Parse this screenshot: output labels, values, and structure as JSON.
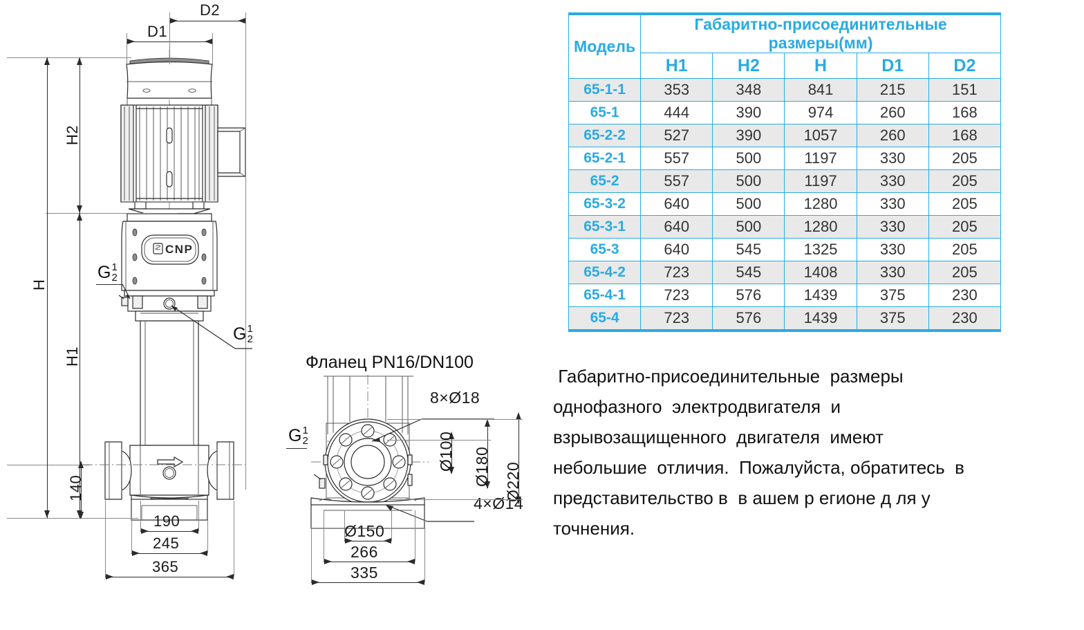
{
  "table": {
    "model_header": "Модель",
    "span_header": "Габаритно-присоединительные размеры(мм)",
    "columns": [
      "H1",
      "H2",
      "H",
      "D1",
      "D2"
    ],
    "rows": [
      {
        "model": "65-1-1",
        "H1": "353",
        "H2": "348",
        "H": "841",
        "D1": "215",
        "D2": "151"
      },
      {
        "model": "65-1",
        "H1": "444",
        "H2": "390",
        "H": "974",
        "D1": "260",
        "D2": "168"
      },
      {
        "model": "65-2-2",
        "H1": "527",
        "H2": "390",
        "H": "1057",
        "D1": "260",
        "D2": "168"
      },
      {
        "model": "65-2-1",
        "H1": "557",
        "H2": "500",
        "H": "1197",
        "D1": "330",
        "D2": "205"
      },
      {
        "model": "65-2",
        "H1": "557",
        "H2": "500",
        "H": "1197",
        "D1": "330",
        "D2": "205"
      },
      {
        "model": "65-3-2",
        "H1": "640",
        "H2": "500",
        "H": "1280",
        "D1": "330",
        "D2": "205"
      },
      {
        "model": "65-3-1",
        "H1": "640",
        "H2": "500",
        "H": "1280",
        "D1": "330",
        "D2": "205"
      },
      {
        "model": "65-3",
        "H1": "640",
        "H2": "545",
        "H": "1325",
        "D1": "330",
        "D2": "205"
      },
      {
        "model": "65-4-2",
        "H1": "723",
        "H2": "545",
        "H": "1408",
        "D1": "330",
        "D2": "205"
      },
      {
        "model": "65-4-1",
        "H1": "723",
        "H2": "576",
        "H": "1439",
        "D1": "375",
        "D2": "230"
      },
      {
        "model": "65-4",
        "H1": "723",
        "H2": "576",
        "H": "1439",
        "D1": "375",
        "D2": "230"
      }
    ],
    "accent_color": "#29abe2",
    "stripe_color": "#e9e9e9",
    "value_color": "#333333"
  },
  "note": {
    "lines": [
      " Габаритно-присоединительные  размеры",
      "однофазного  электродвигателя  и",
      "взрывозащищенного  двигателя  имеют",
      "небольшие  отличия.  Пожалуйста, обратитесь  в",
      "представительство в  в ашем р егионе д ля у",
      "точнения."
    ]
  },
  "pump_drawing": {
    "logo_text": "CNP",
    "dimensions": {
      "d1": "D1",
      "d2": "D2",
      "h": "H",
      "h1": "H1",
      "h2": "H2",
      "base_height": "140",
      "width_190": "190",
      "width_245": "245",
      "width_365": "365"
    },
    "port_label_top": "G½",
    "port_label_bottom": "G½"
  },
  "flange_drawing": {
    "title": "Фланец PN16/DN100",
    "bolt_holes": "8×Ø18",
    "base_holes": "4×Ø14",
    "bore": "Ø100",
    "bolt_circle": "Ø180",
    "outer": "Ø220",
    "base_150": "Ø150",
    "base_266": "266",
    "base_335": "335",
    "port_label": "G½"
  }
}
